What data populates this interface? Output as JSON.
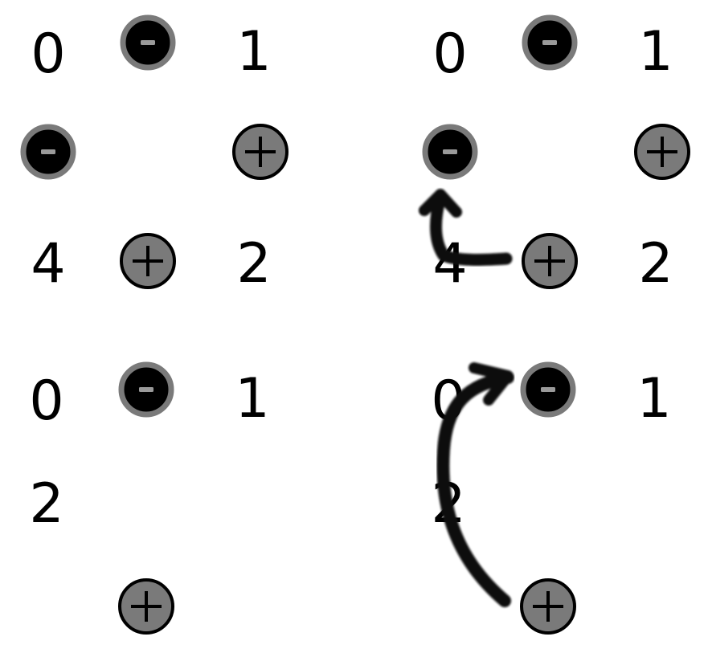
{
  "colors": {
    "neg_fill": "#000000",
    "neg_ring": "#7a7a7a",
    "neg_sign": "#9a9a9a",
    "pos_fill": "#7a7a7a",
    "pos_ring": "#000000",
    "pos_sign": "#000000",
    "arrow": "#111111"
  },
  "panels": [
    {
      "id": "top-left",
      "labels": [
        {
          "key": "a",
          "text": "0"
        },
        {
          "key": "b",
          "text": "1"
        },
        {
          "key": "c",
          "text": "4"
        },
        {
          "key": "d",
          "text": "2"
        }
      ],
      "charges": [
        "negative",
        "negative",
        "positive",
        "positive"
      ],
      "arrows": []
    },
    {
      "id": "top-right",
      "labels": [
        {
          "key": "a",
          "text": "0"
        },
        {
          "key": "b",
          "text": "1"
        },
        {
          "key": "c",
          "text": "4"
        },
        {
          "key": "d",
          "text": "2"
        }
      ],
      "charges": [
        "negative",
        "negative",
        "positive",
        "positive"
      ],
      "arrows": [
        "curved-arrow"
      ]
    },
    {
      "id": "bottom-left",
      "labels": [
        {
          "key": "a",
          "text": "0"
        },
        {
          "key": "b",
          "text": "1"
        },
        {
          "key": "c",
          "text": "2"
        }
      ],
      "charges": [
        "negative",
        "positive"
      ],
      "arrows": []
    },
    {
      "id": "bottom-right",
      "labels": [
        {
          "key": "a",
          "text": "0"
        },
        {
          "key": "b",
          "text": "1"
        },
        {
          "key": "c",
          "text": "2"
        }
      ],
      "charges": [
        "negative",
        "positive"
      ],
      "arrows": [
        "curved-arrow"
      ]
    }
  ]
}
